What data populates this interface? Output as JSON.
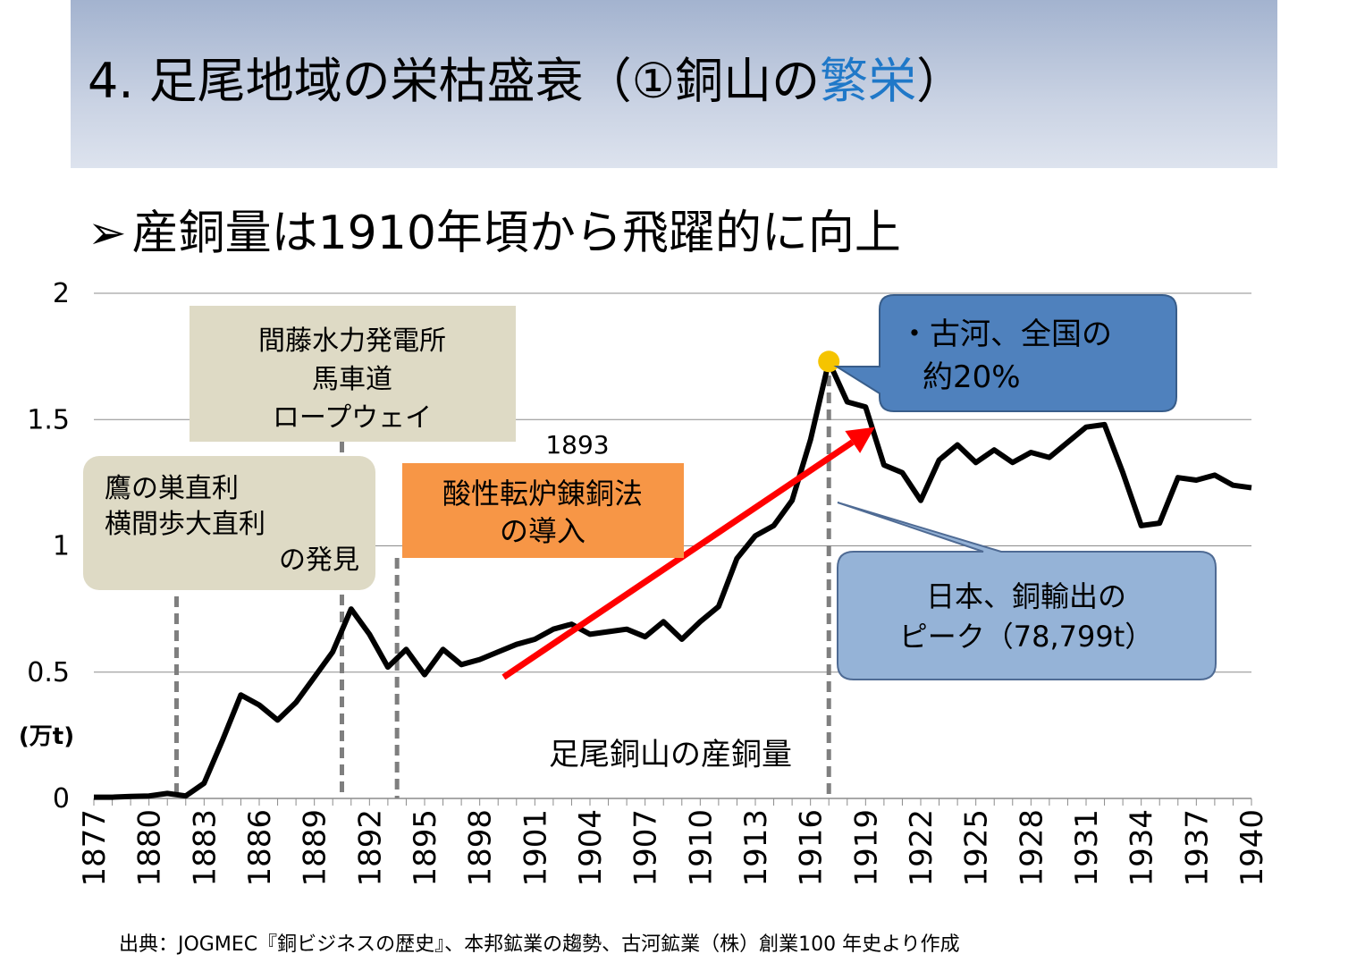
{
  "slide": {
    "title_main": "4. 足尾地域の栄枯盛衰（①銅山の",
    "title_accent": "繁栄",
    "title_end": "）",
    "bullet_arrow": "➢",
    "bullet": "産銅量は1910年頃から飛躍的に向上",
    "source": "出典：JOGMEC『銅ビジネスの歴史』、本邦鉱業の趨勢、古河鉱業（株）創業100 年史より作成"
  },
  "colors": {
    "accent": "#1f78c8",
    "line": "#000000",
    "trend_arrow": "#ff0000",
    "peak_marker": "#f5c400",
    "box_beige": "#dedac5",
    "box_orange": "#f79646",
    "callout_dark_blue": "#4f81bd",
    "callout_light_blue": "#95b3d7"
  },
  "chart_data": {
    "type": "line",
    "series_label": "足尾銅山の産銅量",
    "ylabel": "(万t)",
    "ylim": [
      0,
      2
    ],
    "yticks": [
      "0",
      "0.5",
      "1",
      "1.5",
      "2"
    ],
    "xlim": [
      1877,
      1940
    ],
    "xticks": [
      "1877",
      "1880",
      "1883",
      "1886",
      "1889",
      "1892",
      "1895",
      "1898",
      "1901",
      "1904",
      "1907",
      "1910",
      "1913",
      "1916",
      "1919",
      "1922",
      "1925",
      "1928",
      "1931",
      "1934",
      "1937",
      "1940"
    ],
    "grid": true,
    "x": [
      1877,
      1878,
      1879,
      1880,
      1881,
      1882,
      1883,
      1884,
      1885,
      1886,
      1887,
      1888,
      1889,
      1890,
      1891,
      1892,
      1893,
      1894,
      1895,
      1896,
      1897,
      1898,
      1899,
      1900,
      1901,
      1902,
      1903,
      1904,
      1905,
      1906,
      1907,
      1908,
      1909,
      1910,
      1911,
      1912,
      1913,
      1914,
      1915,
      1916,
      1917,
      1918,
      1919,
      1920,
      1921,
      1922,
      1923,
      1924,
      1925,
      1926,
      1927,
      1928,
      1929,
      1930,
      1931,
      1932,
      1933,
      1934,
      1935,
      1936,
      1937,
      1938,
      1939,
      1940
    ],
    "values": [
      0.005,
      0.005,
      0.008,
      0.01,
      0.02,
      0.01,
      0.06,
      0.23,
      0.41,
      0.37,
      0.31,
      0.38,
      0.48,
      0.58,
      0.75,
      0.65,
      0.52,
      0.59,
      0.49,
      0.59,
      0.53,
      0.55,
      0.58,
      0.61,
      0.63,
      0.67,
      0.69,
      0.65,
      0.66,
      0.67,
      0.64,
      0.7,
      0.63,
      0.7,
      0.76,
      0.95,
      1.04,
      1.08,
      1.18,
      1.42,
      1.73,
      1.57,
      1.55,
      1.32,
      1.29,
      1.18,
      1.34,
      1.4,
      1.33,
      1.38,
      1.33,
      1.37,
      1.35,
      1.41,
      1.47,
      1.48,
      1.29,
      1.08,
      1.09,
      1.27,
      1.26,
      1.28,
      1.24,
      1.23
    ],
    "peak": {
      "x": 1917,
      "y": 1.73
    },
    "trend_arrow": {
      "from": [
        1899.3,
        0.48
      ],
      "to": [
        1919.5,
        1.47
      ]
    },
    "guide_lines": [
      1881.5,
      1890.5,
      1893.5,
      1917
    ],
    "annotations": {
      "box_water": [
        "間藤水力発電所",
        "馬車道",
        "ロープウェイ"
      ],
      "box_discovery": [
        "鷹の巣直利",
        "横間歩大直利",
        "の発見"
      ],
      "year_label": "1893",
      "box_bessemer": [
        "酸性転炉錬銅法",
        "の導入"
      ],
      "callout_share": [
        "・古河、全国の",
        "約20%"
      ],
      "callout_export": [
        "日本、銅輸出の",
        "ピーク（78,799t）"
      ]
    }
  }
}
